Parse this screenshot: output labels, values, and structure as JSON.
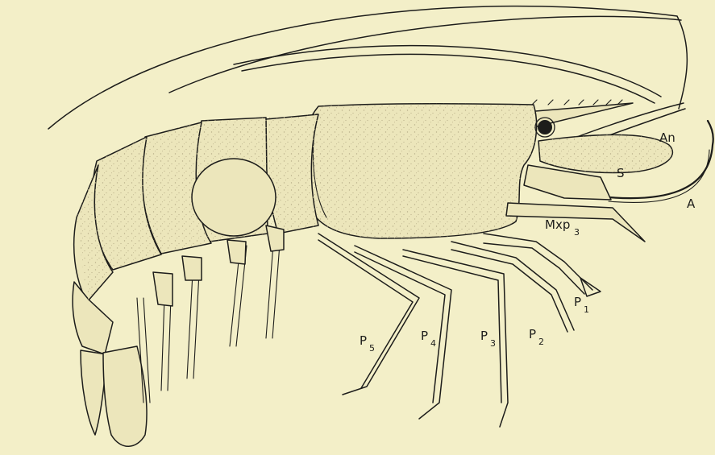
{
  "labels": {
    "antennule": "An",
    "scaphocerite": "S",
    "antenna": "A",
    "maxilliped": {
      "main": "Mxp",
      "sub": "3"
    },
    "p1": {
      "main": "P",
      "sub": "1"
    },
    "p2": {
      "main": "P",
      "sub": "2"
    },
    "p3": {
      "main": "P",
      "sub": "3"
    },
    "p4": {
      "main": "P",
      "sub": "4"
    },
    "p5": {
      "main": "P",
      "sub": "5"
    }
  },
  "colors": {
    "paper": "#f3efc8",
    "ink": "#1d1d1b",
    "stipple": "#b9b08a"
  }
}
